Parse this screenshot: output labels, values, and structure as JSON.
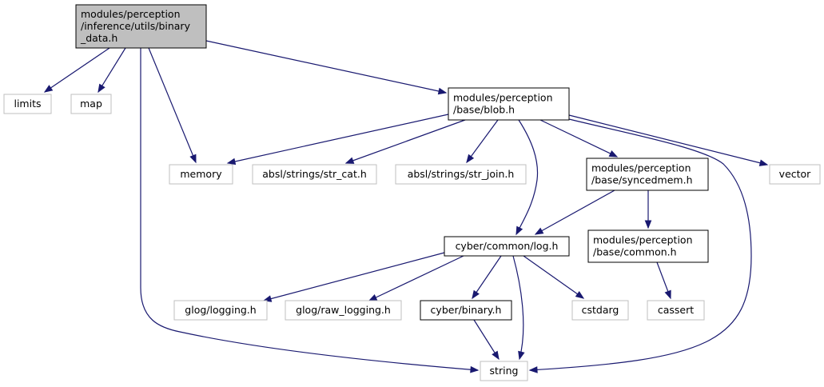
{
  "graph": {
    "nodes": [
      {
        "id": "root",
        "lines": [
          "modules/perception",
          "/inference/utils/binary",
          "_data.h"
        ],
        "style": "root"
      },
      {
        "id": "limits",
        "lines": [
          "limits"
        ],
        "style": "missing"
      },
      {
        "id": "map",
        "lines": [
          "map"
        ],
        "style": "missing"
      },
      {
        "id": "memory",
        "lines": [
          "memory"
        ],
        "style": "missing"
      },
      {
        "id": "blob",
        "lines": [
          "modules/perception",
          "/base/blob.h"
        ],
        "style": "documented"
      },
      {
        "id": "str_cat",
        "lines": [
          "absl/strings/str_cat.h"
        ],
        "style": "missing"
      },
      {
        "id": "str_join",
        "lines": [
          "absl/strings/str_join.h"
        ],
        "style": "missing"
      },
      {
        "id": "syncedmem",
        "lines": [
          "modules/perception",
          "/base/syncedmem.h"
        ],
        "style": "documented"
      },
      {
        "id": "vector",
        "lines": [
          "vector"
        ],
        "style": "missing"
      },
      {
        "id": "log",
        "lines": [
          "cyber/common/log.h"
        ],
        "style": "documented"
      },
      {
        "id": "common",
        "lines": [
          "modules/perception",
          "/base/common.h"
        ],
        "style": "documented"
      },
      {
        "id": "glog_logging",
        "lines": [
          "glog/logging.h"
        ],
        "style": "missing"
      },
      {
        "id": "glog_raw",
        "lines": [
          "glog/raw_logging.h"
        ],
        "style": "missing"
      },
      {
        "id": "binary",
        "lines": [
          "cyber/binary.h"
        ],
        "style": "documented"
      },
      {
        "id": "cstdarg",
        "lines": [
          "cstdarg"
        ],
        "style": "missing"
      },
      {
        "id": "cassert",
        "lines": [
          "cassert"
        ],
        "style": "missing"
      },
      {
        "id": "string",
        "lines": [
          "string"
        ],
        "style": "missing"
      }
    ],
    "edges": [
      {
        "from": "root",
        "to": "limits"
      },
      {
        "from": "root",
        "to": "map"
      },
      {
        "from": "root",
        "to": "memory"
      },
      {
        "from": "root",
        "to": "blob"
      },
      {
        "from": "root",
        "to": "string"
      },
      {
        "from": "blob",
        "to": "memory"
      },
      {
        "from": "blob",
        "to": "str_cat"
      },
      {
        "from": "blob",
        "to": "str_join"
      },
      {
        "from": "blob",
        "to": "log"
      },
      {
        "from": "blob",
        "to": "syncedmem"
      },
      {
        "from": "blob",
        "to": "vector"
      },
      {
        "from": "blob",
        "to": "string"
      },
      {
        "from": "syncedmem",
        "to": "log"
      },
      {
        "from": "syncedmem",
        "to": "common"
      },
      {
        "from": "common",
        "to": "cassert"
      },
      {
        "from": "log",
        "to": "glog_logging"
      },
      {
        "from": "log",
        "to": "glog_raw"
      },
      {
        "from": "log",
        "to": "binary"
      },
      {
        "from": "log",
        "to": "cstdarg"
      },
      {
        "from": "log",
        "to": "string"
      },
      {
        "from": "binary",
        "to": "string"
      }
    ],
    "colors": {
      "edge": "#191970",
      "root_fill": "#bfbfbf",
      "root_border": "#000000",
      "documented_fill": "#ffffff",
      "documented_border": "#000000",
      "missing_fill": "#ffffff",
      "missing_border": "#bfbfbf"
    }
  }
}
